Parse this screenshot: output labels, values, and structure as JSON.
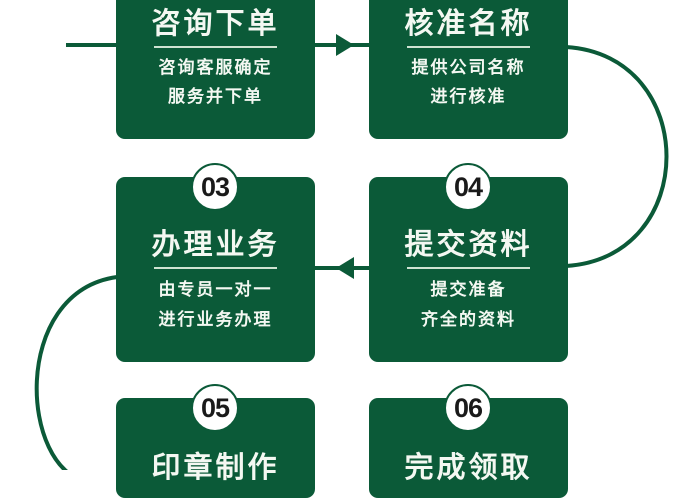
{
  "diagram": {
    "type": "process-flow",
    "colors": {
      "box_fill": "#0b5a38",
      "connector": "#0b5a38",
      "text": "#f4f8f2",
      "number_circle_fill": "#ffffff",
      "number_text": "#1a1a1a",
      "background": "#ffffff"
    },
    "steps": [
      {
        "number": "",
        "title": "咨询下单",
        "desc_line1": "咨询客服确定",
        "desc_line2": "服务并下单"
      },
      {
        "number": "",
        "title": "核准名称",
        "desc_line1": "提供公司名称",
        "desc_line2": "进行核准"
      },
      {
        "number": "03",
        "title": "办理业务",
        "desc_line1": "由专员一对一",
        "desc_line2": "进行业务办理"
      },
      {
        "number": "04",
        "title": "提交资料",
        "desc_line1": "提交准备",
        "desc_line2": "齐全的资料"
      },
      {
        "number": "05",
        "title": "印章制作",
        "desc_line1": "",
        "desc_line2": ""
      },
      {
        "number": "06",
        "title": "完成领取",
        "desc_line1": "",
        "desc_line2": ""
      }
    ],
    "flow": [
      {
        "from": "start",
        "to": "咨询下单",
        "style": "line"
      },
      {
        "from": "咨询下单",
        "to": "核准名称",
        "style": "arrow-right"
      },
      {
        "from": "核准名称",
        "to": "提交资料",
        "style": "curve-right"
      },
      {
        "from": "提交资料",
        "to": "办理业务",
        "style": "arrow-left"
      },
      {
        "from": "办理业务",
        "to": "印章制作",
        "style": "curve-left"
      }
    ]
  }
}
